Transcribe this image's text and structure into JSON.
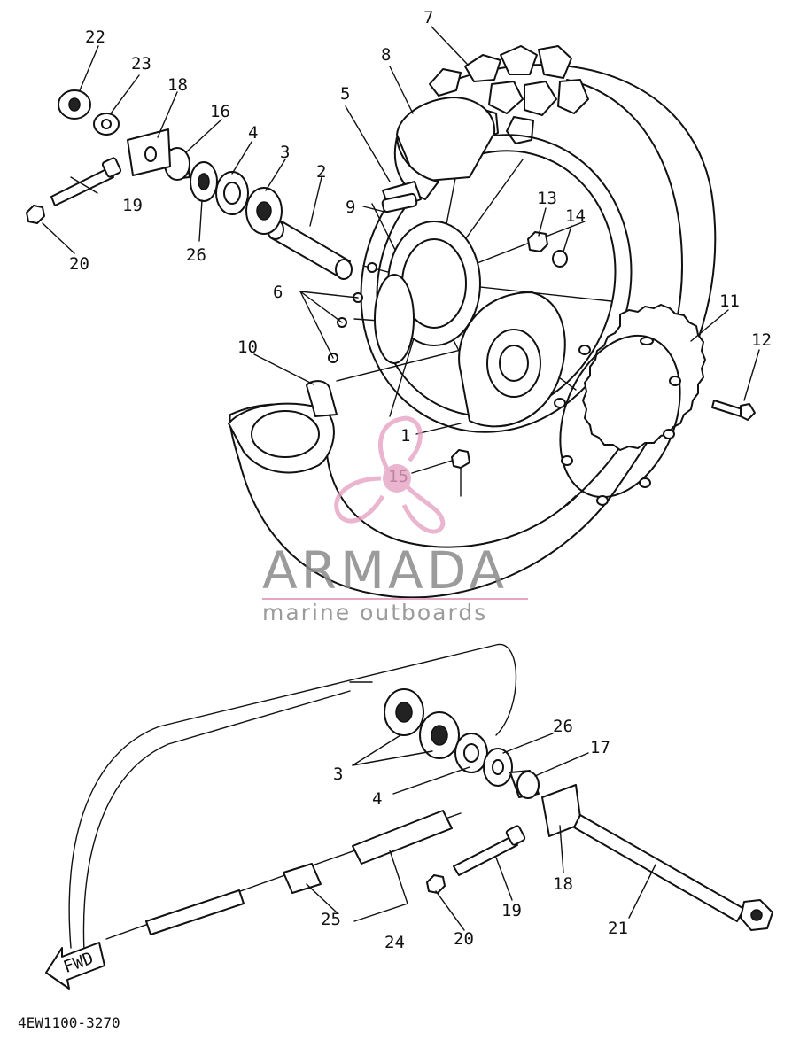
{
  "diagram": {
    "drawing_code": "4EW1100-3270",
    "fwd_label": "FWD",
    "callouts": {
      "c1": "1",
      "c2": "2",
      "c3a": "3",
      "c3b": "3",
      "c4a": "4",
      "c4b": "4",
      "c5": "5",
      "c6": "6",
      "c7": "7",
      "c8": "8",
      "c9": "9",
      "c10": "10",
      "c11": "11",
      "c12": "12",
      "c13": "13",
      "c14": "14",
      "c15": "15",
      "c16": "16",
      "c17": "17",
      "c18a": "18",
      "c18b": "18",
      "c19a": "19",
      "c19b": "19",
      "c20a": "20",
      "c20b": "20",
      "c21": "21",
      "c22": "22",
      "c23": "23",
      "c24": "24",
      "c25": "25",
      "c26a": "26",
      "c26b": "26"
    }
  },
  "watermark": {
    "brand": "ARMADA",
    "tagline": "marine outboards",
    "logo_color": "#e6a3c4",
    "text_color": "#8a8a8a"
  }
}
